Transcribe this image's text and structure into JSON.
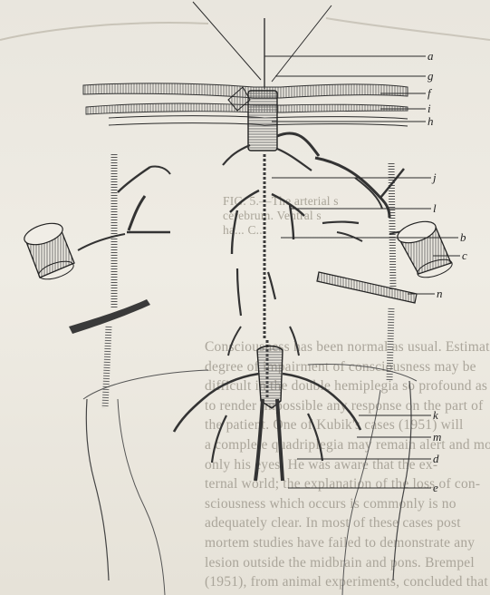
{
  "figure_labels": [
    "a",
    "g",
    "f",
    "i",
    "h",
    "j",
    "l",
    "b",
    "c",
    "n",
    "k",
    "m",
    "d",
    "e"
  ],
  "caption_fragment": [
    "FIG. 5.—The arterial s",
    "cerebrum. Ventral s",
    "ha... C..."
  ],
  "body_text_lines": [
    "Consciousness has been normal as usual. Estimation of the",
    "degree of impairment of consciousness may be",
    "difficult in the double hemiplegia so profound as",
    "to render impossible any response on the part of",
    "the patient. One of Kubik's cases (1951) will",
    "a complete quadriplegia may remain alert and move",
    "only his eyes. He was aware that the ex-",
    "ternal world; the explanation of the loss of con-",
    "sciousness which occurs is commonly is no",
    "adequately clear. In most of these cases post",
    "mortem studies have failed to demonstrate any",
    "lesion outside the midbrain and pons. Brempel",
    "(1951), from animal experiments, concluded that"
  ]
}
